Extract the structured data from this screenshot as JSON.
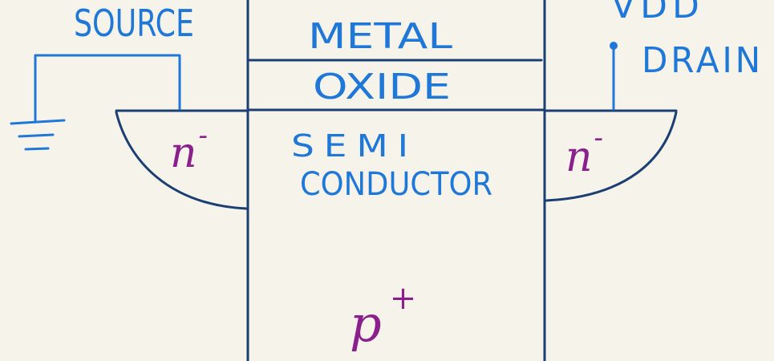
{
  "labels": {
    "source": "SOURCE",
    "vdd": "VDD",
    "drain": "DRAIN",
    "metal": "METAL",
    "oxide": "OXIDE",
    "semi": "SEMI",
    "conductor": "CONDUCTOR"
  },
  "doping": {
    "left_well": "n",
    "left_well_sup": "-",
    "right_well": "n",
    "right_well_sup": "-",
    "substrate": "p",
    "substrate_sup": "+"
  },
  "colors": {
    "background": "#f6f4ea",
    "label_blue": "#1f78d8",
    "structure_navy": "#1b3f73",
    "doping_purple": "#8b1f8b"
  }
}
